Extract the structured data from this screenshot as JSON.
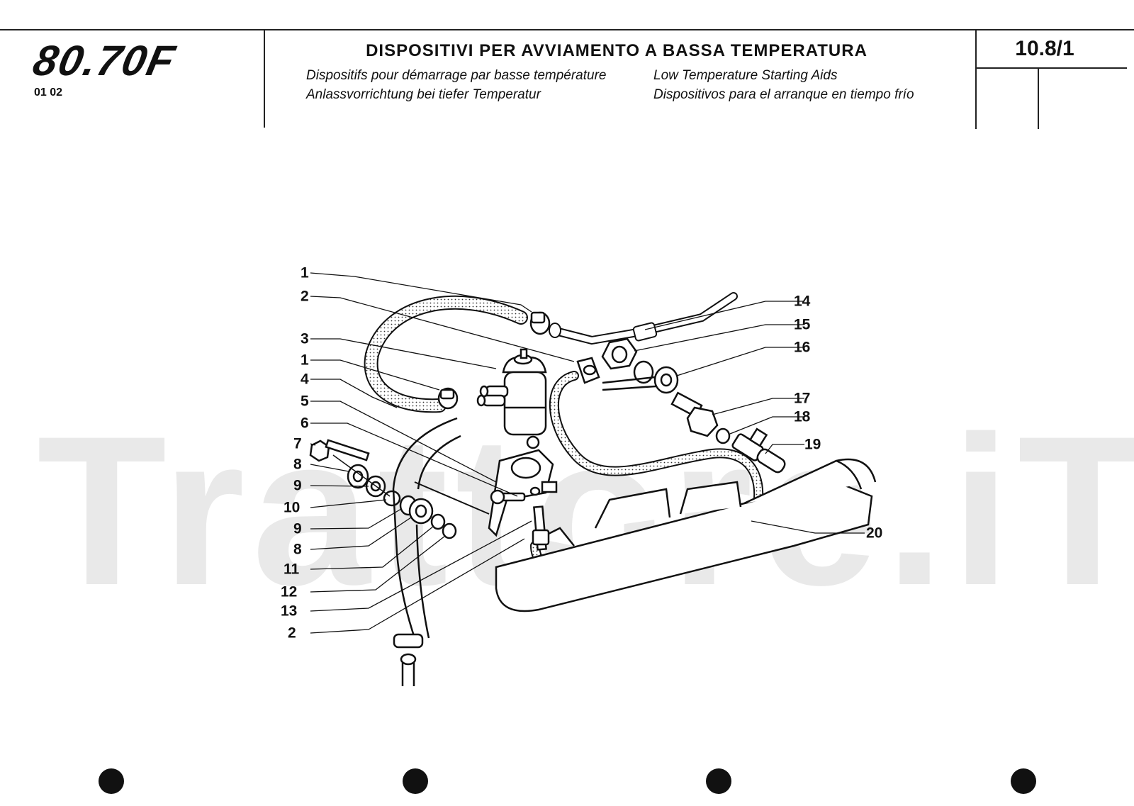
{
  "header": {
    "logo_text": "80.70F",
    "code": "01 02",
    "title": "DISPOSITIVI PER AVVIAMENTO A BASSA TEMPERATURA",
    "subtitle_fr": "Dispositifs pour démarrage par basse température",
    "subtitle_de": "Anlassvorrichtung bei tiefer Temperatur",
    "subtitle_en": "Low Temperature Starting Aids",
    "subtitle_es": "Dispositivos para el arranque en tiempo frío",
    "page_number": "10.8/1"
  },
  "watermark": "Trattore.iT",
  "diagram": {
    "callouts_left": [
      "1",
      "2",
      "3",
      "1",
      "4",
      "5",
      "6",
      "7",
      "8",
      "9",
      "10",
      "9",
      "8",
      "11",
      "12",
      "13",
      "2"
    ],
    "callouts_right": [
      "14",
      "15",
      "16",
      "17",
      "18",
      "19",
      "20"
    ]
  }
}
